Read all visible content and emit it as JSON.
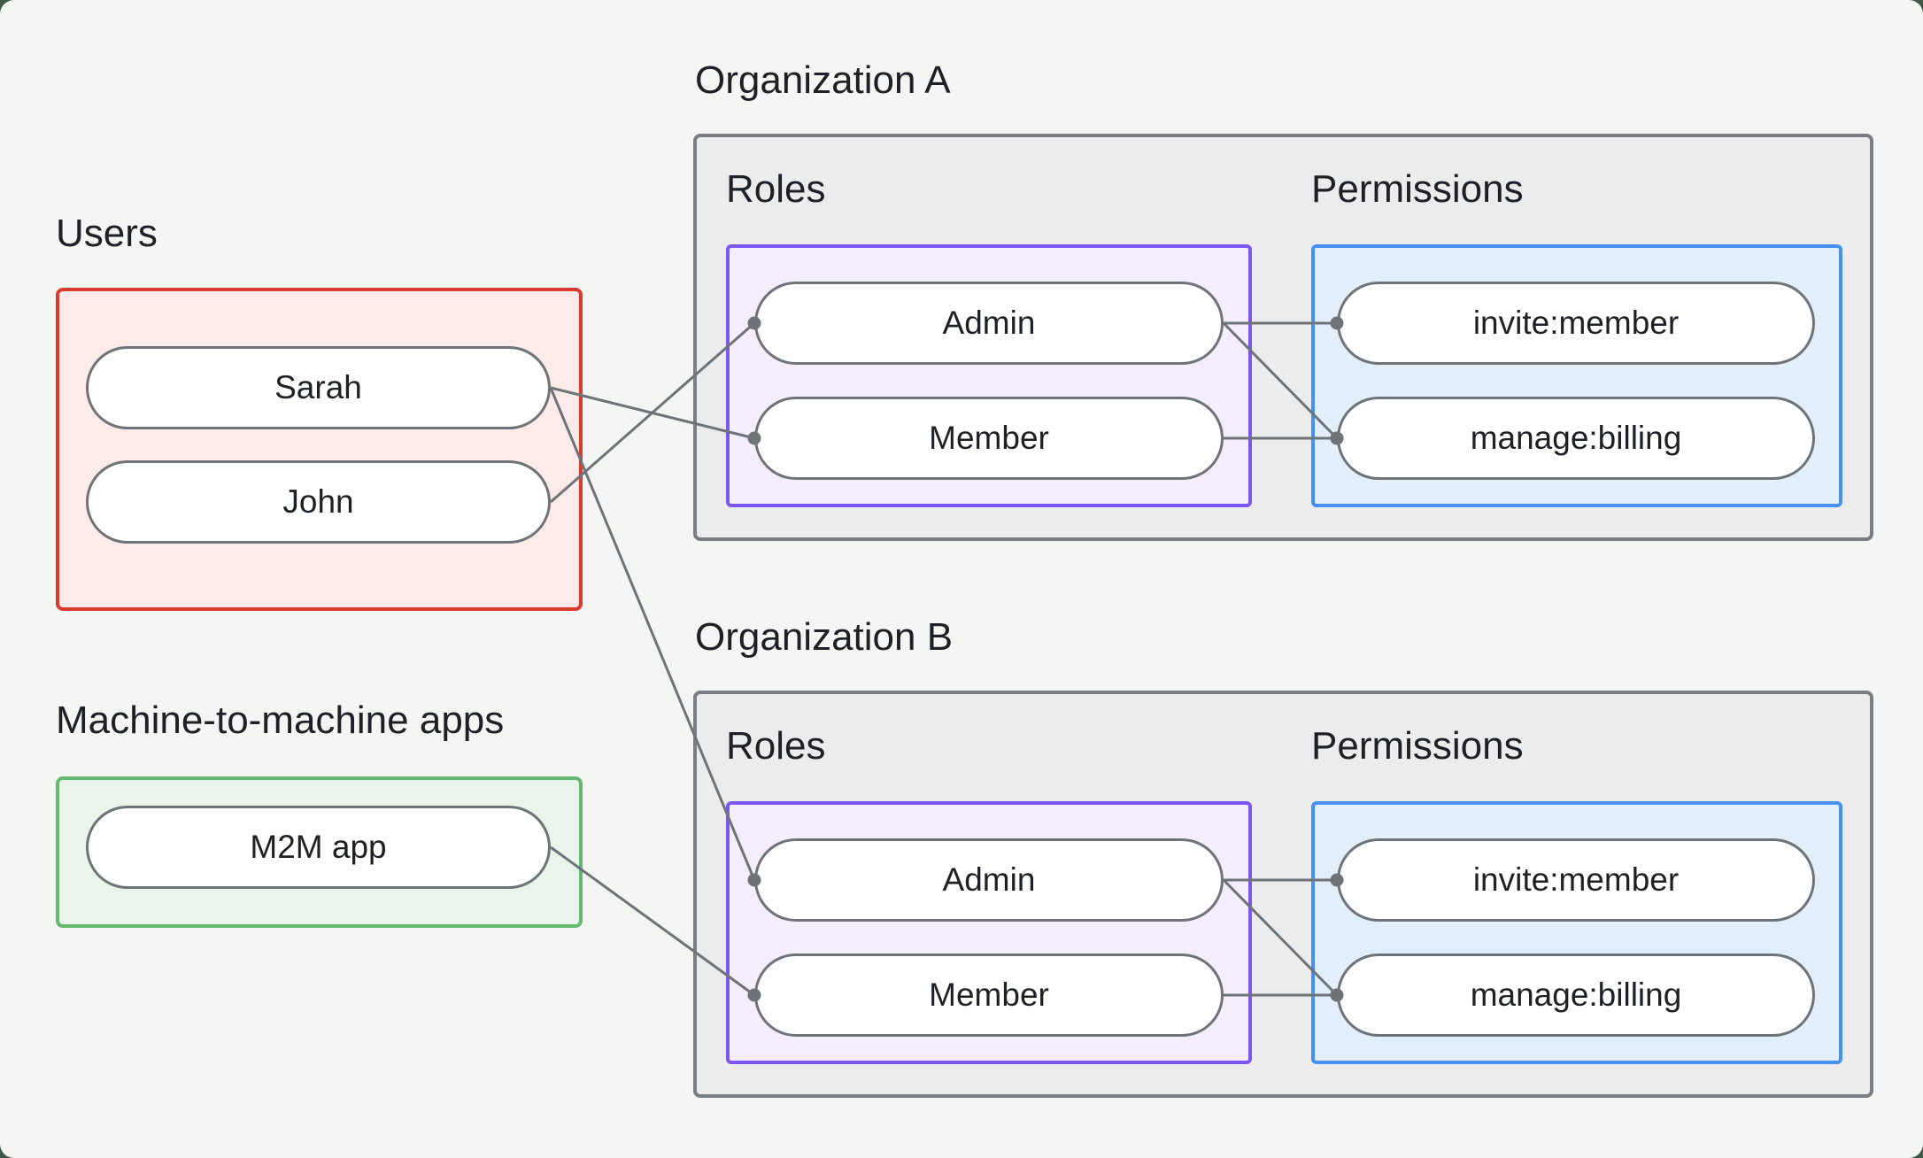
{
  "canvas": {
    "background": "#f4f6f3",
    "backdrop": "#3d5947"
  },
  "colors": {
    "page_bg": "#f4f6f3",
    "backdrop": "#3d5947",
    "text": "#1d2126",
    "users_border": "#da3b2e",
    "users_fill": "#fcebe9",
    "m2m_border": "#66b770",
    "m2m_fill": "#e9f4ea",
    "org_border": "#7a7e83",
    "org_fill": "#ececec",
    "roles_border": "#7b57f0",
    "roles_fill": "#f3edfc",
    "permissions_border": "#4690f2",
    "permissions_fill": "#e2effb",
    "pill_border": "#6e7378",
    "pill_fill": "#ffffff",
    "edge": "#6e7378"
  },
  "users_group": {
    "label": "Users",
    "items": [
      {
        "id": "user-sarah",
        "label": "Sarah"
      },
      {
        "id": "user-john",
        "label": "John"
      }
    ]
  },
  "m2m_group": {
    "label": "Machine-to-machine apps",
    "items": [
      {
        "id": "app-m2m",
        "label": "M2M app"
      }
    ]
  },
  "organizations": [
    {
      "title": "Organization A",
      "roles_label": "Roles",
      "permissions_label": "Permissions",
      "roles": [
        {
          "id": "orgA-role-admin",
          "label": "Admin"
        },
        {
          "id": "orgA-role-member",
          "label": "Member"
        }
      ],
      "permissions": [
        {
          "id": "orgA-perm-invite",
          "label": "invite:member"
        },
        {
          "id": "orgA-perm-manage",
          "label": "manage:billing"
        }
      ]
    },
    {
      "title": "Organization B",
      "roles_label": "Roles",
      "permissions_label": "Permissions",
      "roles": [
        {
          "id": "orgB-role-admin",
          "label": "Admin"
        },
        {
          "id": "orgB-role-member",
          "label": "Member"
        }
      ],
      "permissions": [
        {
          "id": "orgB-perm-invite",
          "label": "invite:member"
        },
        {
          "id": "orgB-perm-manage",
          "label": "manage:billing"
        }
      ]
    }
  ],
  "edges": [
    {
      "from": "user-john",
      "to": "orgA-role-admin"
    },
    {
      "from": "user-sarah",
      "to": "orgA-role-member"
    },
    {
      "from": "user-sarah",
      "to": "orgB-role-admin"
    },
    {
      "from": "app-m2m",
      "to": "orgB-role-member"
    },
    {
      "from": "orgA-role-admin",
      "to": "orgA-perm-invite"
    },
    {
      "from": "orgA-role-admin",
      "to": "orgA-perm-manage"
    },
    {
      "from": "orgA-role-member",
      "to": "orgA-perm-manage"
    },
    {
      "from": "orgB-role-admin",
      "to": "orgB-perm-invite"
    },
    {
      "from": "orgB-role-admin",
      "to": "orgB-perm-manage"
    },
    {
      "from": "orgB-role-member",
      "to": "orgB-perm-manage"
    }
  ]
}
